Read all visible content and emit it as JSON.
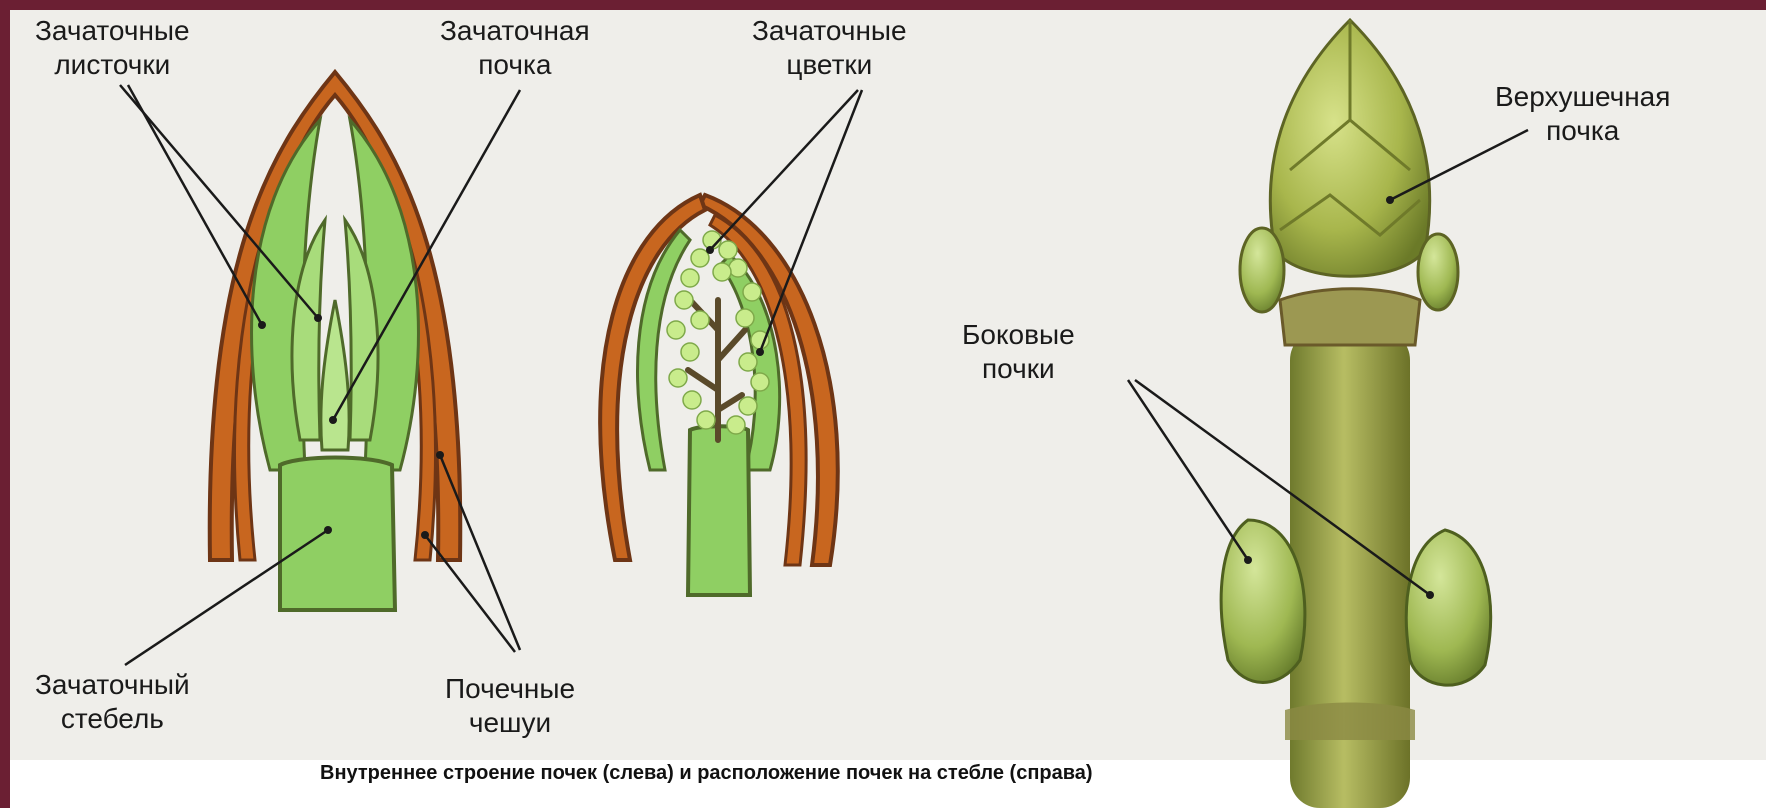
{
  "labels": {
    "leaf_primordia": [
      "Зачаточные",
      "листочки"
    ],
    "bud_primordium": [
      "Зачаточная",
      "почка"
    ],
    "flower_primordia": [
      "Зачаточные",
      "цветки"
    ],
    "stem_primordium": [
      "Зачаточный",
      "стебель"
    ],
    "bud_scales": [
      "Почечные",
      "чешуи"
    ],
    "apical_bud": [
      "Верхушечная",
      "почка"
    ],
    "lateral_buds": [
      "Боковые",
      "почки"
    ]
  },
  "caption": "Внутреннее строение почек (слева) и расположение почек на стебле (справа)",
  "colors": {
    "frame": "#6b1f33",
    "background": "#efeeea",
    "scale_orange": "#c8661f",
    "scale_outline": "#6e3515",
    "leaf_green": "#8fcf63",
    "leaf_light": "#a8dc7b",
    "flower_dot": "#c9ec8c",
    "stem_olive": "#9aa449"
  }
}
